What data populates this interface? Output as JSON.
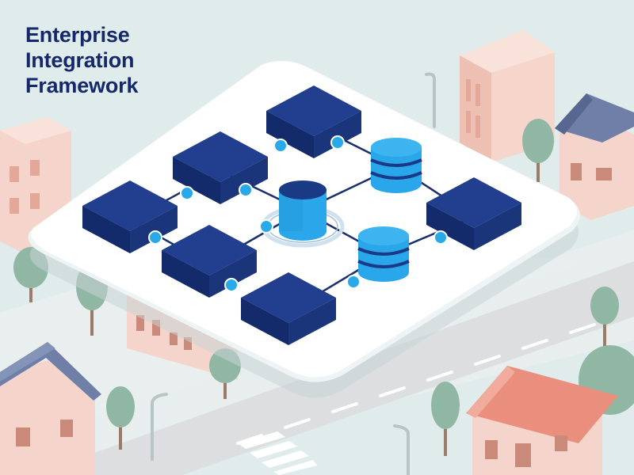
{
  "title": {
    "lines": [
      "Enterprise",
      "Integration",
      "Framework"
    ]
  },
  "diagram": {
    "nodes": [
      {
        "id": "server-top",
        "kind": "server"
      },
      {
        "id": "server-upper-mid",
        "kind": "server"
      },
      {
        "id": "server-left",
        "kind": "server"
      },
      {
        "id": "server-lower-mid",
        "kind": "server"
      },
      {
        "id": "server-bottom",
        "kind": "server"
      },
      {
        "id": "server-right",
        "kind": "server"
      },
      {
        "id": "database-center",
        "kind": "database",
        "hub": true
      },
      {
        "id": "database-upper-right",
        "kind": "database"
      },
      {
        "id": "database-lower-right",
        "kind": "database"
      }
    ],
    "edges": [
      [
        "server-top",
        "database-upper-right"
      ],
      [
        "server-upper-mid",
        "database-center"
      ],
      [
        "server-left",
        "server-upper-mid"
      ],
      [
        "server-left",
        "server-lower-mid"
      ],
      [
        "server-lower-mid",
        "database-center"
      ],
      [
        "server-bottom",
        "database-lower-right"
      ],
      [
        "database-center",
        "database-upper-right"
      ],
      [
        "database-center",
        "database-lower-right"
      ],
      [
        "database-upper-right",
        "server-right"
      ],
      [
        "database-lower-right",
        "server-right"
      ]
    ]
  },
  "colors": {
    "background": "#dfeceb",
    "platform": "#ffffff",
    "server_top": "#213e8f",
    "server_side": "#132a6b",
    "database_light": "#2aa7ea",
    "database_dark": "#1a3a86",
    "connector_dot": "#27a9ea",
    "connector_line": "#1b2f6d",
    "title": "#14286b",
    "roof_blue": "#6f7fa8",
    "roof_red": "#ea8f7d",
    "building_pink": "#f4d4cb",
    "tree": "#8fb7a4"
  }
}
